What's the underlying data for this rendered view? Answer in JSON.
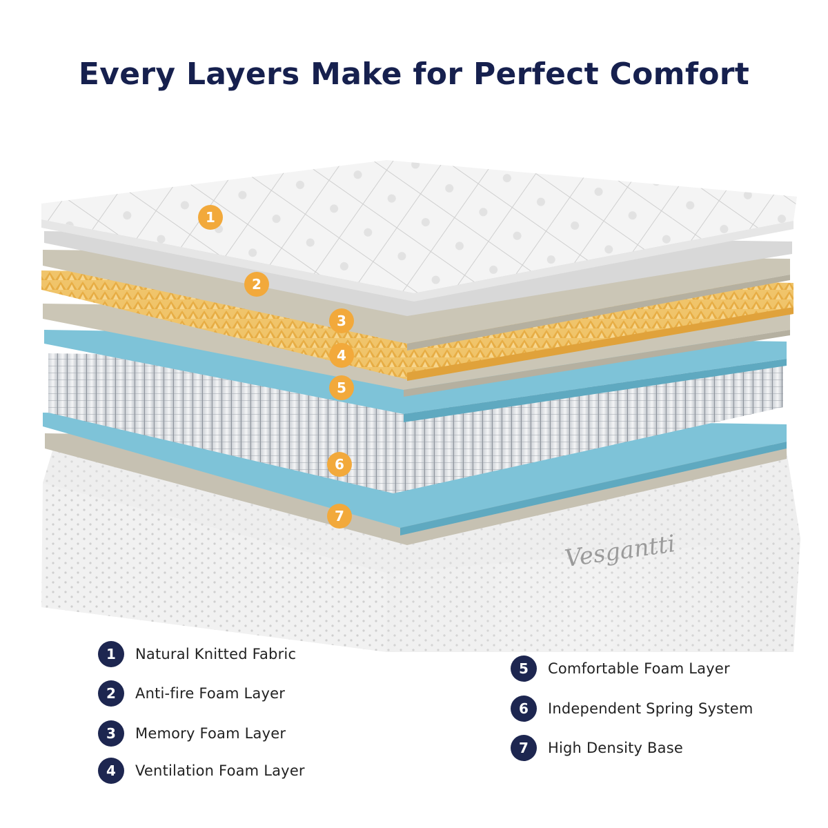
{
  "title": "Every Layers Make for Perfect Comfort",
  "brand": "Vesgantti",
  "layers": [
    {
      "num": "1",
      "label": "Natural Knitted Fabric"
    },
    {
      "num": "2",
      "label": "Anti-fire Foam Layer"
    },
    {
      "num": "3",
      "label": "Memory Foam Layer"
    },
    {
      "num": "4",
      "label": "Ventilation Foam Layer"
    },
    {
      "num": "5",
      "label": "Comfortable Foam Layer"
    },
    {
      "num": "6",
      "label": "Independent Spring System"
    },
    {
      "num": "7",
      "label": "High Density Base"
    }
  ],
  "colors": {
    "title": "#16204e",
    "badge_dark": "#1d2650",
    "badge_orange": "#f2a93b",
    "memory_foam": "#f0c46a",
    "blue_foam": "#7ec3d8",
    "grey_foam": "#c9c4b4"
  }
}
